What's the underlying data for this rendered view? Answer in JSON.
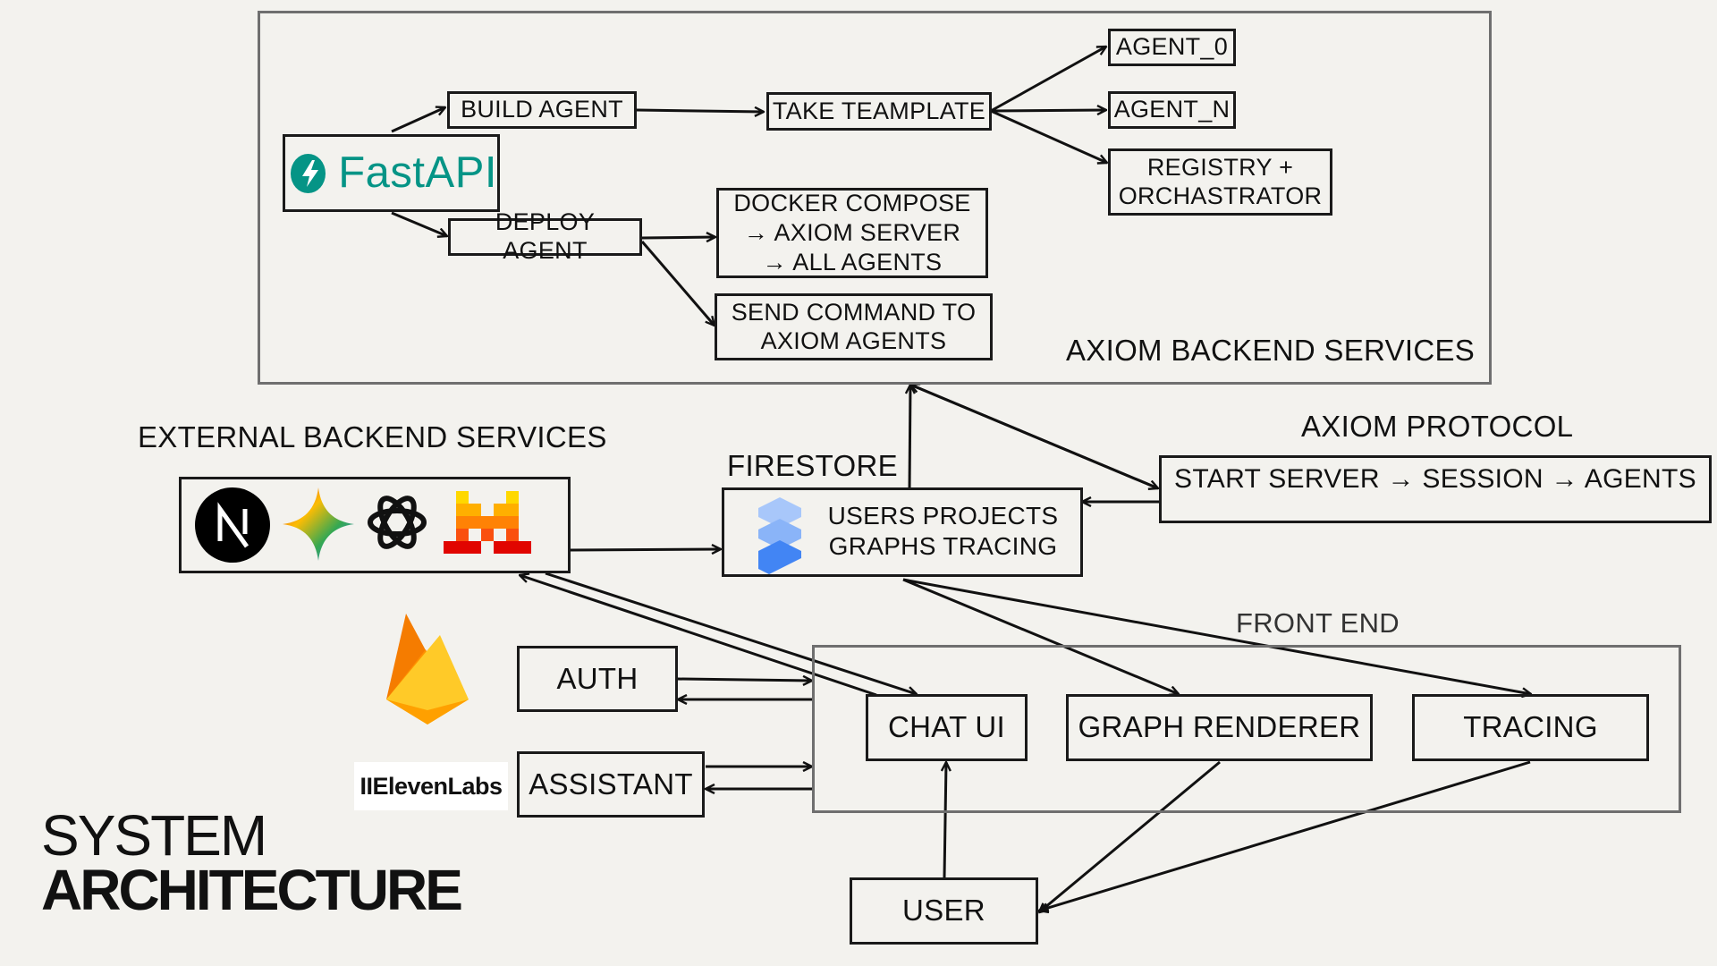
{
  "title": {
    "line1": "SYSTEM",
    "line2": "ARCHITECTURE"
  },
  "backend": {
    "section_label": "AXIOM BACKEND SERVICES",
    "fastapi_label": "FastAPI",
    "build_agent": "BUILD AGENT",
    "deploy_agent": "DEPLOY AGENT",
    "take_template": "TAKE TEAMPLATE",
    "agent_0": "AGENT_0",
    "agent_n": "AGENT_N",
    "registry": "REGISTRY +\nORCHASTRATOR",
    "docker_compose": "DOCKER COMPOSE\n→ AXIOM SERVER\n→ ALL AGENTS",
    "send_command": "SEND COMMAND TO\nAXIOM AGENTS"
  },
  "external": {
    "section_label": "EXTERNAL BACKEND SERVICES",
    "logos": [
      "nextjs-logo",
      "gemini-logo",
      "openai-logo",
      "mistral-logo"
    ]
  },
  "firestore": {
    "section_label": "FIRESTORE",
    "text": "USERS PROJECTS\nGRAPHS TRACING"
  },
  "protocol": {
    "section_label": "AXIOM PROTOCOL",
    "text": "START SERVER → SESSION → AGENTS"
  },
  "frontend": {
    "section_label": "FRONT END",
    "chat_ui": "CHAT UI",
    "graph_renderer": "GRAPH RENDERER",
    "tracing": "TRACING"
  },
  "auth": "AUTH",
  "assistant": "ASSISTANT",
  "elevenlabs_label": "IIElevenLabs",
  "user": "USER",
  "colors": {
    "background": "#f3f2ee",
    "line": "#111111",
    "frame": "#6f6f6f",
    "fastapi": "#059486",
    "firebase_orange": "#f57c00",
    "firebase_yellow": "#ffca28",
    "mistral_red": "#e10500",
    "mistral_orange": "#ff8205"
  }
}
